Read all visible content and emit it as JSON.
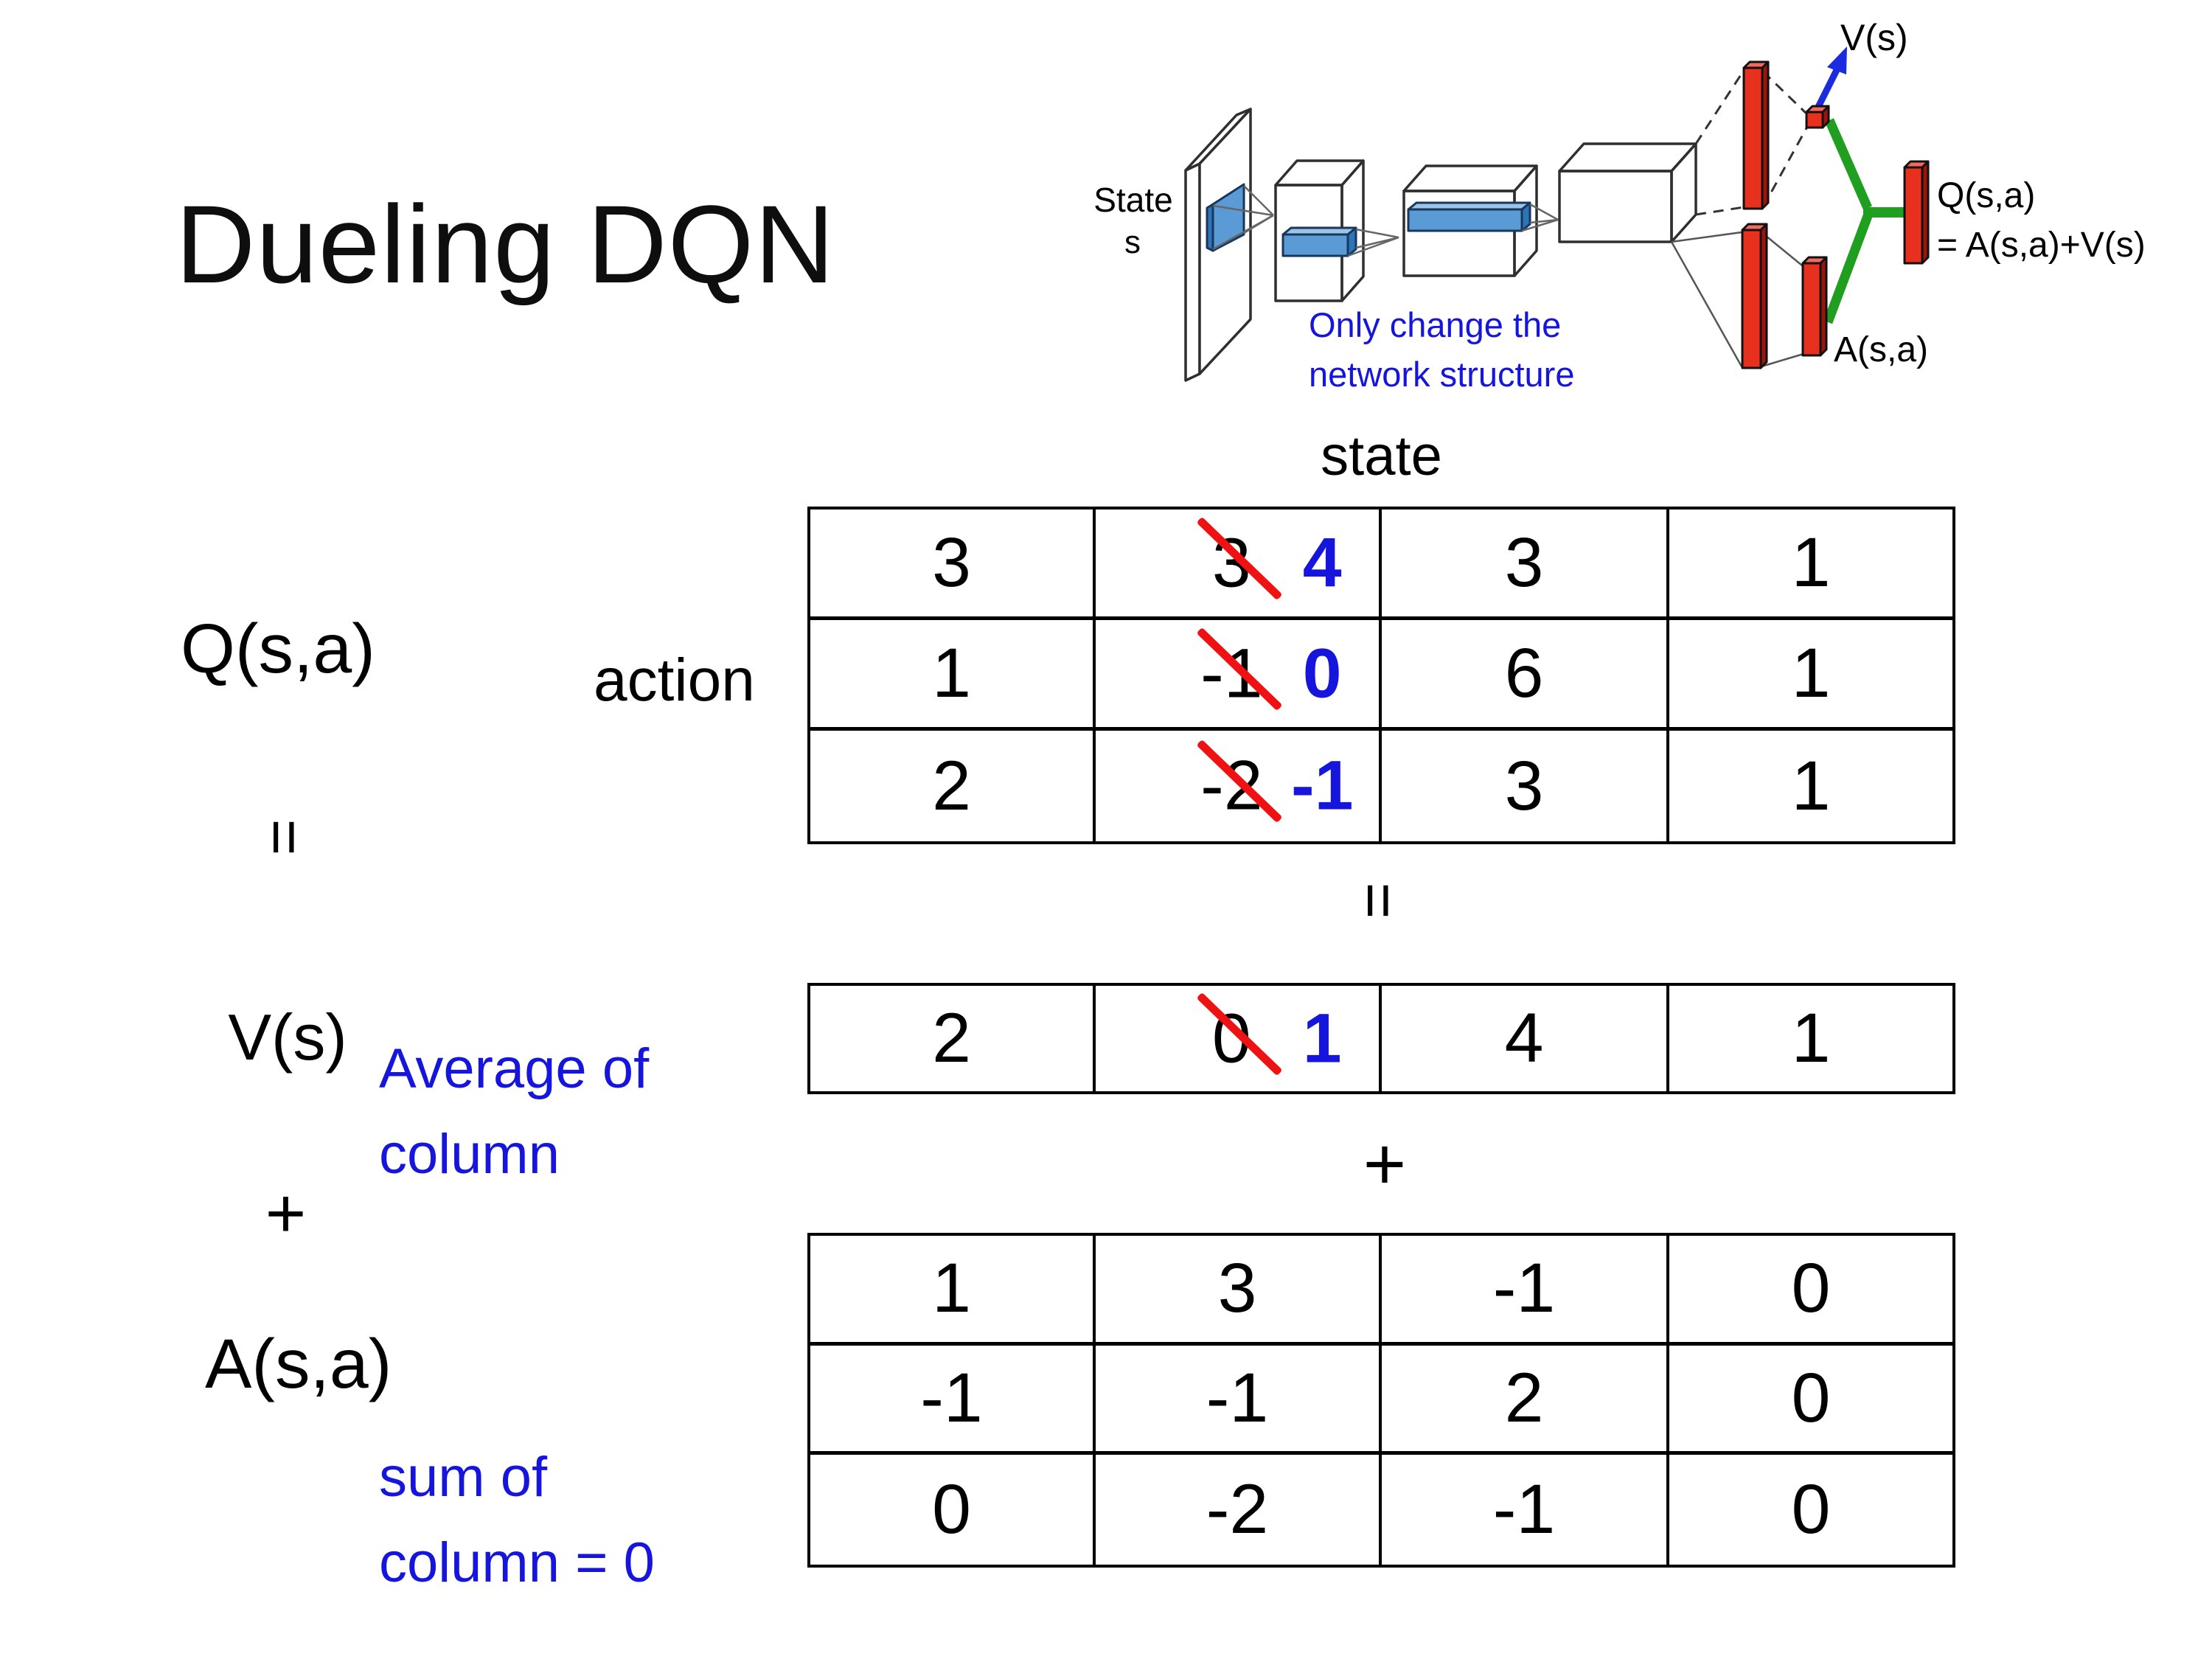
{
  "slide": {
    "title": "Dueling DQN",
    "q_label": "Q(s,a)",
    "v_label": "V(s)",
    "a_label": "A(s,a)",
    "equals": "=",
    "plus": "+",
    "state_label": "state",
    "action_label": "action",
    "avg_note_line1": "Average of",
    "avg_note_line2": "column",
    "sum_note_line1": "sum of",
    "sum_note_line2": "column = 0"
  },
  "diagram": {
    "state_line1": "State",
    "state_line2": "s",
    "note_line1": "Only change the",
    "note_line2": "network structure",
    "v_out": "V(s)",
    "q_out_line1": "Q(s,a)",
    "q_out_line2": "= A(s,a)+V(s)",
    "a_out": "A(s,a)"
  },
  "q_table": {
    "rows": [
      {
        "c1": "3",
        "old": "3",
        "new": "4",
        "c3": "3",
        "c4": "1"
      },
      {
        "c1": "1",
        "old": "-1",
        "new": "0",
        "c3": "6",
        "c4": "1"
      },
      {
        "c1": "2",
        "old": "-2",
        "new": "-1",
        "c3": "3",
        "c4": "1"
      }
    ]
  },
  "v_row": {
    "c1": "2",
    "old": "0",
    "new": "1",
    "c3": "4",
    "c4": "1"
  },
  "a_table": {
    "rows": [
      {
        "c1": "1",
        "c2": "3",
        "c3": "-1",
        "c4": "0"
      },
      {
        "c1": "-1",
        "c2": "-1",
        "c3": "2",
        "c4": "0"
      },
      {
        "c1": "0",
        "c2": "-2",
        "c3": "-1",
        "c4": "0"
      }
    ]
  },
  "colors": {
    "accent_blue_text": "#1515dd",
    "slash_red": "#ee1212",
    "bar_red": "#e8301f",
    "conv_blue": "#5b9bd5",
    "link_green": "#1f9e1f",
    "arrow_blue": "#1b2be0"
  }
}
